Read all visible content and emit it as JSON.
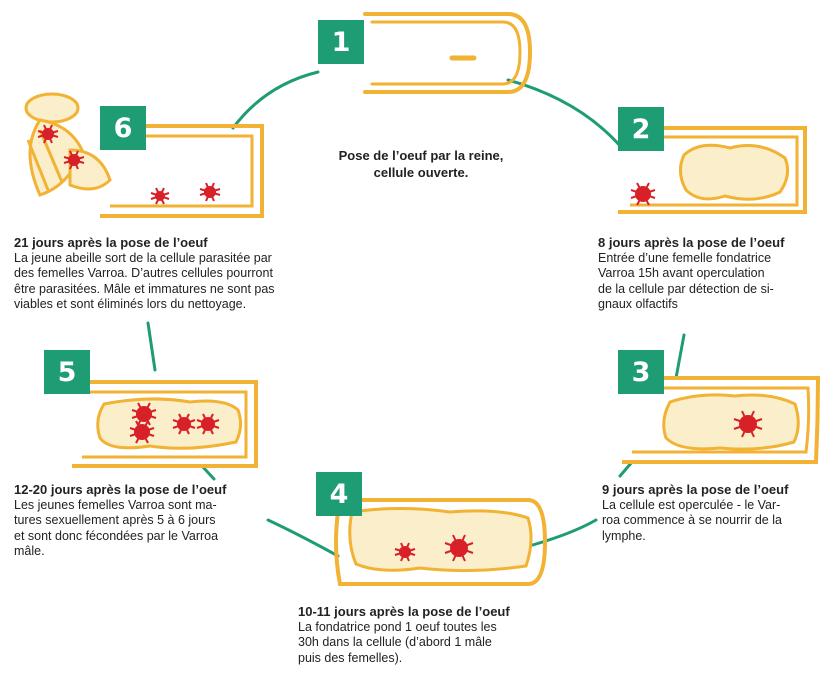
{
  "colors": {
    "badge": "#1e9c74",
    "connector": "#1e9c74",
    "cell_outline": "#f2b233",
    "larva_fill": "#fbeecb",
    "varroa": "#d82028"
  },
  "center_label": "Pose de l’oeuf par la reine,\ncellule ouverte.",
  "stages": [
    {
      "number": "1",
      "title": "",
      "text": ""
    },
    {
      "number": "2",
      "title": "8 jours après la pose de l’oeuf",
      "text": "Entrée d’une femelle fondatrice\nVarroa 15h avant operculation\nde la cellule par détection de si-\ngnaux olfactifs"
    },
    {
      "number": "3",
      "title": "9 jours après la pose de l’oeuf",
      "text": "La cellule est operculée - le Var-\nroa commence à se nourrir de la\nlymphe."
    },
    {
      "number": "4",
      "title": "10-11 jours après la pose de l’oeuf",
      "text": "La fondatrice pond 1 oeuf toutes les\n30h dans la cellule (d’abord 1 mâle\npuis des femelles)."
    },
    {
      "number": "5",
      "title": "12-20 jours après la pose de l’oeuf",
      "text": "Les jeunes femelles Varroa sont ma-\ntures sexuellement après 5 à 6 jours\net sont donc fécondées par le Varroa\nmâle."
    },
    {
      "number": "6",
      "title": "21 jours après la pose de l’oeuf",
      "text": "La jeune abeille sort de la cellule parasitée par\ndes femelles Varroa. D’autres cellules pourront\nêtre parasitées. Mâle et immatures ne sont pas\nviables et sont éliminés lors du nettoyage."
    }
  ]
}
